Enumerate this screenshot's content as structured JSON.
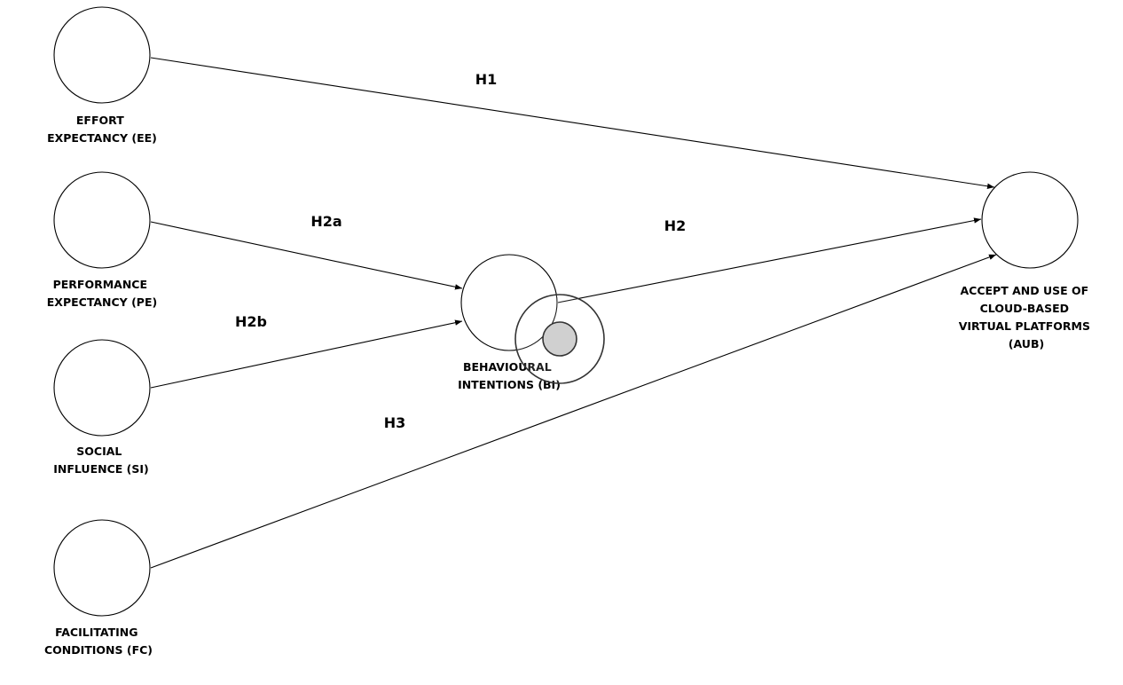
{
  "nodes": {
    "ee": {
      "lines": [
        "EFFORT",
        "EXPECTANCY (EE)"
      ]
    },
    "pe": {
      "lines": [
        "PERFORMANCE",
        "EXPECTANCY (PE)"
      ]
    },
    "si": {
      "lines": [
        "SOCIAL",
        "INFLUENCE (SI)"
      ]
    },
    "fc": {
      "lines": [
        "FACILITATING",
        "CONDITIONS (FC)"
      ]
    },
    "bi": {
      "lines": [
        "BEHAVIOURAL",
        "INTENTIONS (BI)"
      ]
    },
    "aub": {
      "lines": [
        "ACCEPT AND USE OF",
        "CLOUD-BASED",
        "VIRTUAL PLATFORMS",
        "(AUB)"
      ]
    }
  },
  "edges": {
    "h1": {
      "label": "H1",
      "from": "ee",
      "to": "aub"
    },
    "h2a": {
      "label": "H2a",
      "from": "pe",
      "to": "bi"
    },
    "h2b": {
      "label": "H2b",
      "from": "si",
      "to": "bi"
    },
    "h2": {
      "label": "H2",
      "from": "bi",
      "to": "aub"
    },
    "h3": {
      "label": "H3",
      "from": "fc",
      "to": "aub"
    }
  }
}
